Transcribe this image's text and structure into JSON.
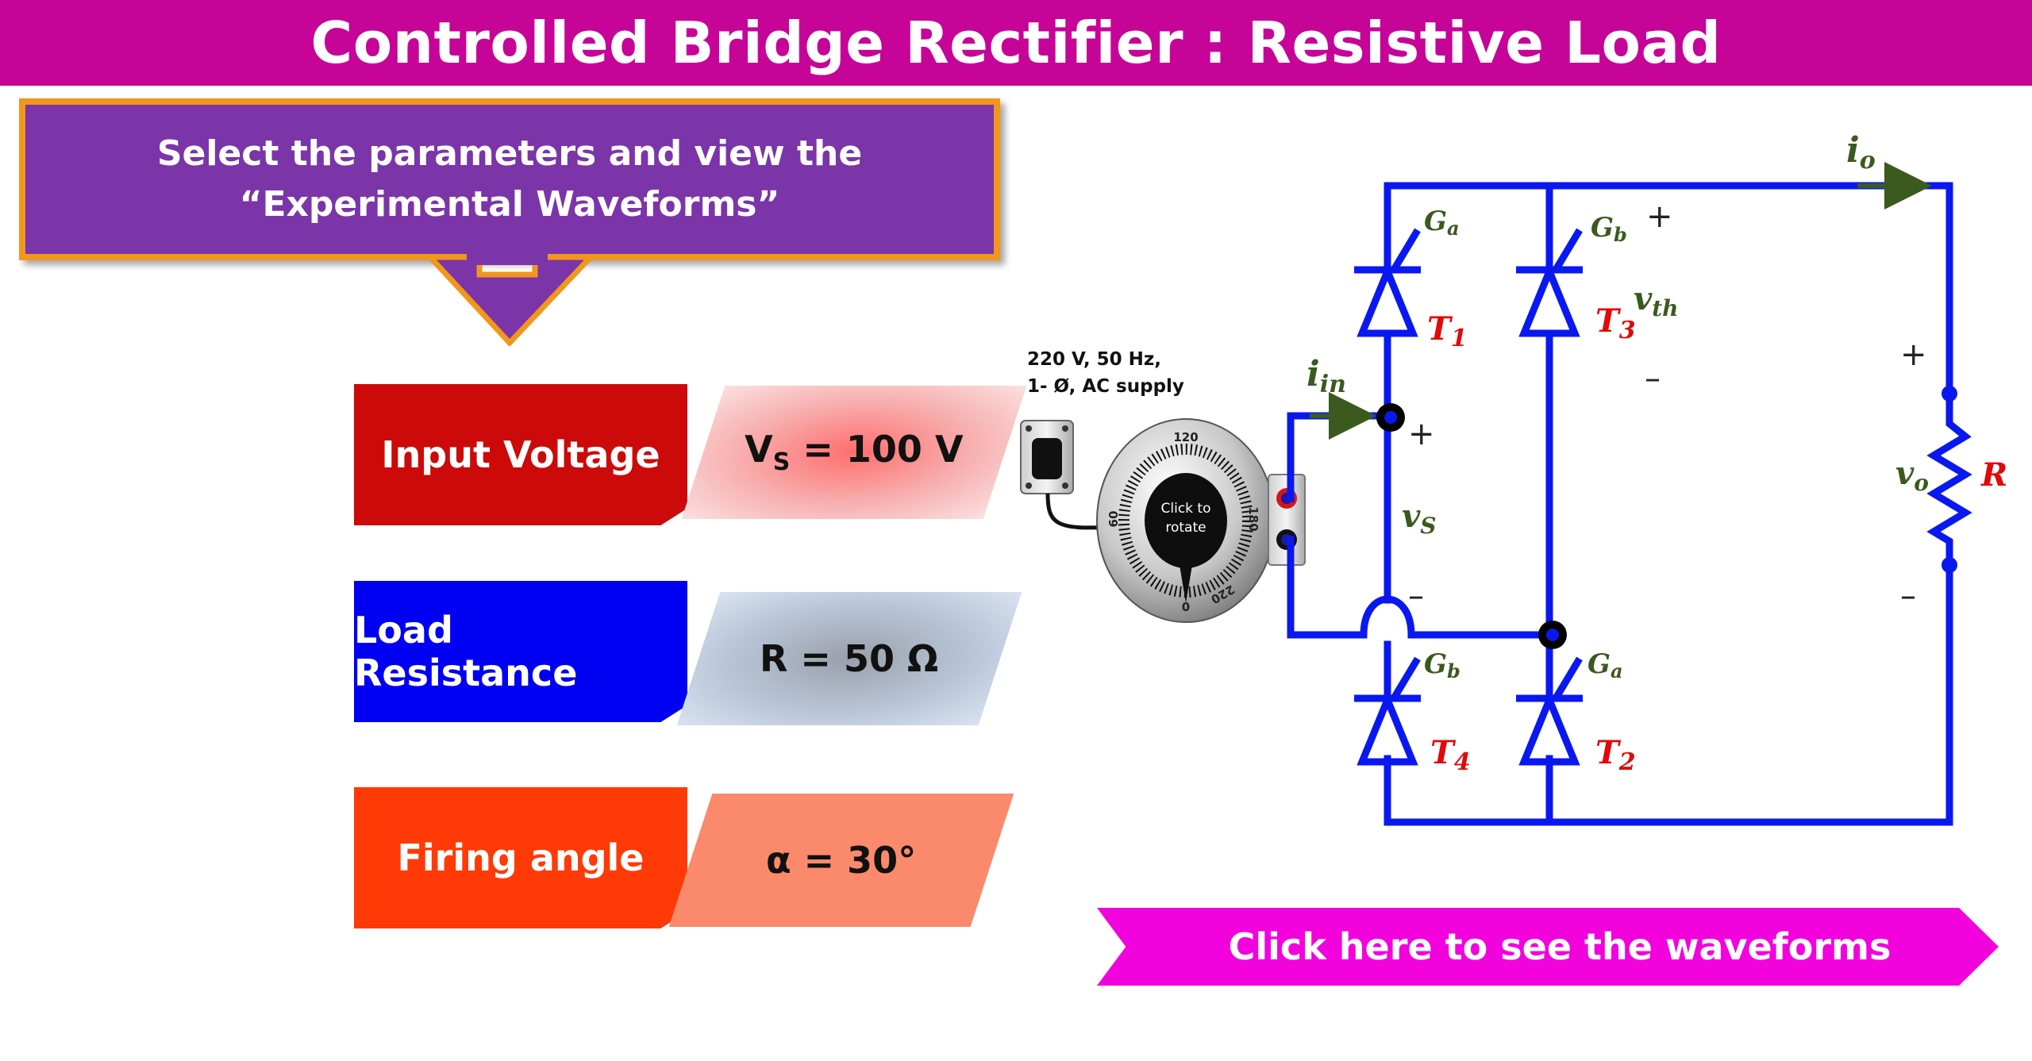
{
  "header": {
    "title": "Controlled Bridge Rectifier : Resistive Load"
  },
  "instruction": {
    "text": "Select the parameters and view the “Experimental Waveforms”"
  },
  "parameters": [
    {
      "label": "Input Voltage",
      "value_prefix": "V",
      "value_sub": "S",
      "value_suffix": " = 100 V",
      "label_color": "#cc0a0a",
      "value_color": "#f5a0a0"
    },
    {
      "label": "Load Resistance",
      "value": "R = 50 Ω",
      "label_color": "#0000f2",
      "value_color": "#b7c3d6"
    },
    {
      "label": "Firing angle",
      "value": "α = 30°",
      "label_color": "#ff3a06",
      "value_color": "#fb8a6c"
    }
  ],
  "supply": {
    "line1": "220 V, 50 Hz,",
    "line2": "1- Ø, AC supply"
  },
  "knob": {
    "center_text_line1": "Click to",
    "center_text_line2": "rotate",
    "scale": [
      "120",
      "180",
      "220",
      "0",
      "60"
    ]
  },
  "circuit": {
    "wire_color": "#0a18f0",
    "labels": {
      "io": "i",
      "io_sub": "o",
      "iin": "i",
      "iin_sub": "in",
      "vs": "v",
      "vs_sub": "S",
      "vth": "v",
      "vth_sub": "th",
      "vo": "v",
      "vo_sub": "o",
      "R": "R",
      "T1": "T",
      "T1_sub": "1",
      "T2": "T",
      "T2_sub": "2",
      "T3": "T",
      "T3_sub": "3",
      "T4": "T",
      "T4_sub": "4",
      "Ga": "G",
      "Ga_sub": "a",
      "Gb": "G",
      "Gb_sub": "b",
      "plus": "+",
      "minus": "–"
    }
  },
  "waveform_button": {
    "label": "Click here to see the waveforms"
  }
}
